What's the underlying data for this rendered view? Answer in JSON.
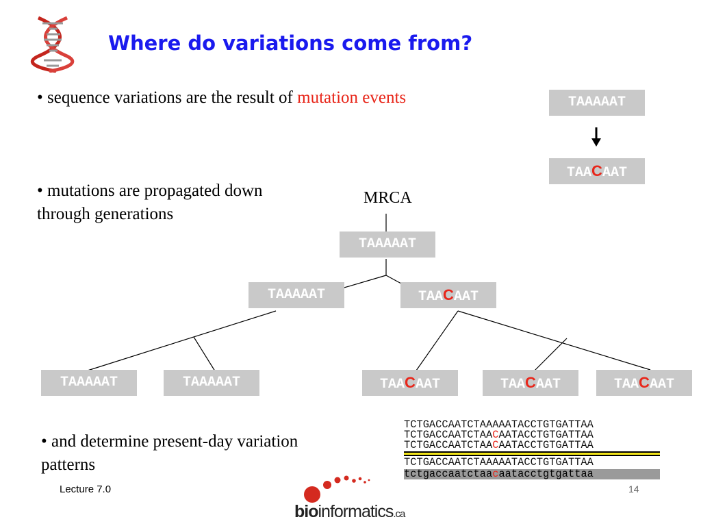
{
  "title": "Where do variations come from?",
  "bullets": {
    "b1_prefix": "• sequence variations are the result of ",
    "b1_highlight": "mutation events",
    "b2_line1": "• mutations are propagated down",
    "b2_line2": "through generations",
    "b3_line1": "• and determine present-day variation",
    "b3_line2": "patterns"
  },
  "mutation_example": {
    "original": "TAAAAAT",
    "mutated_prefix": "TAA",
    "mutated_base": "C",
    "mutated_suffix": "AAT"
  },
  "tree": {
    "root_label": "MRCA",
    "root_seq": "TAAAAAT",
    "wild_seq": "TAAAAAT",
    "mut_prefix": "TAA",
    "mut_base": "C",
    "mut_suffix": "AAT"
  },
  "alignment": {
    "rows": [
      {
        "a": "TCTGACCAATCTAAAAATACCTGTGATTAA",
        "b": "",
        "c": ""
      },
      {
        "a": "TCTGACCAATCTAA",
        "b": "C",
        "c": "AATACCTGTGATTAA"
      },
      {
        "a": "TCTGACCAATCTAA",
        "b": "C",
        "c": "AATACCTGTGATTAA"
      },
      {
        "a": "TCTGACCAATCTAAAAATACCTGTGATTAA",
        "b": "",
        "c": ""
      },
      {
        "a": "tctgaccaatctaa",
        "b": "c",
        "c": "aatacctgtgattaa"
      }
    ]
  },
  "footer": {
    "lecture": "Lecture 7.0",
    "page": "14"
  },
  "logo": {
    "bold": "bio",
    "rest": "informatics",
    "suffix": ".ca"
  },
  "colors": {
    "title": "#1a1aee",
    "highlight": "#e8261a",
    "seq_box": "#c9c9c9",
    "logo_red": "#d42a1f"
  },
  "icons": [
    "dna-helix-icon"
  ]
}
